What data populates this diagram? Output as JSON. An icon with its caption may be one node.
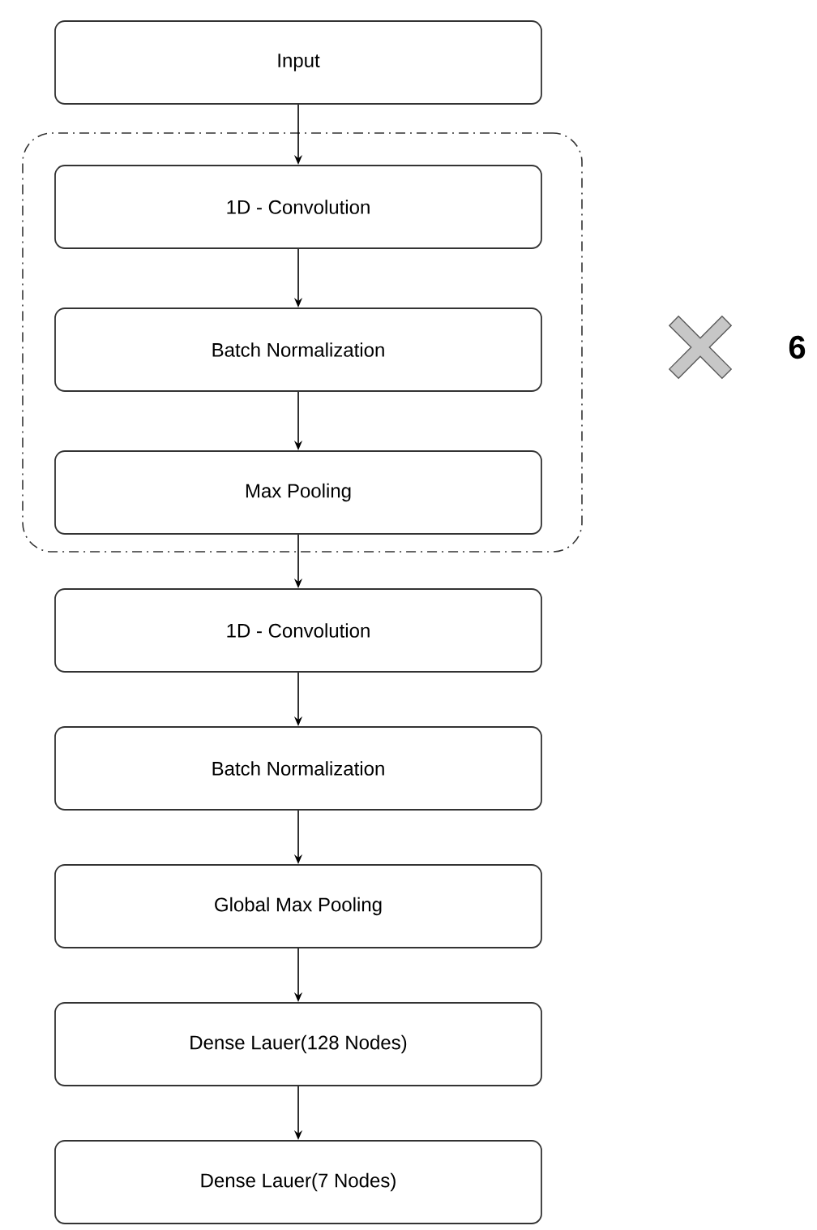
{
  "diagram": {
    "nodes": [
      {
        "text": [
          "Input"
        ]
      },
      {
        "text": [],
        "shape": "box"
      },
      {
        "text": [
          "1D - Convolution"
        ],
        "in": 1
      },
      {
        "text": [
          "Batch Normalization"
        ],
        "in": 1
      },
      {
        "text": [
          "Max Pooling"
        ],
        "in": 1
      },
      {
        "text": [
          "1D - Convolution"
        ]
      },
      {
        "text": [
          "Batch Normalization"
        ]
      },
      {
        "text": [
          "Global Max Pooling"
        ]
      },
      {
        "text": [
          "Dense Lauer(128 Nodes)"
        ]
      },
      {
        "text": [
          "Dense Lauer(7 Nodes)"
        ]
      }
    ],
    "edges": [
      {
        "from": 0,
        "to": 2,
        "arrow": "to"
      },
      {
        "from": 2,
        "to": 3,
        "arrow": "to"
      },
      {
        "from": 3,
        "to": 4,
        "arrow": "to"
      },
      {
        "from": 4,
        "to": 5,
        "arrow": "to"
      },
      {
        "from": 5,
        "to": 6,
        "arrow": "to"
      },
      {
        "from": 6,
        "to": 7,
        "arrow": "to"
      },
      {
        "from": 7,
        "to": 8,
        "arrow": "to"
      },
      {
        "from": 8,
        "to": 9,
        "arrow": "to"
      }
    ],
    "labels": [
      "6"
    ]
  }
}
